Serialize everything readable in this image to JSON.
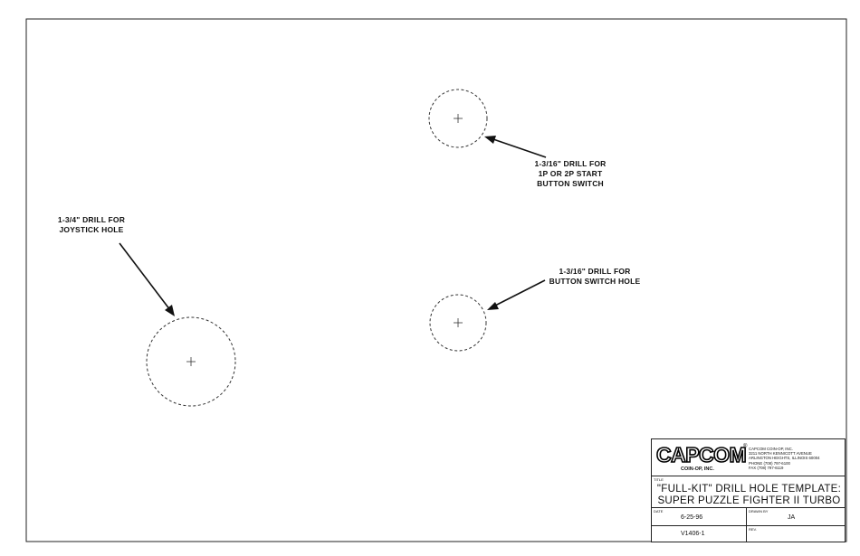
{
  "callouts": {
    "start_button": [
      "1-3/16\" DRILL FOR",
      "1P OR 2P START",
      "BUTTON SWITCH"
    ],
    "joystick": [
      "1-3/4\" DRILL FOR",
      "JOYSTICK HOLE"
    ],
    "button_switch": [
      "1-3/16\" DRILL FOR",
      "BUTTON SWITCH HOLE"
    ]
  },
  "title_block": {
    "logo_text": "CAPCOM",
    "logo_reg": "®",
    "logo_sub": "COIN-OP, INC.",
    "address": [
      "CAPCOM COIN-OP, INC.",
      "3211 NORTH KENNICOTT AVENUE",
      "ARLINGTON HEIGHTS, ILLINOIS 60004",
      "PHONE (708) 797-6100",
      "FAX (708) 797-6119"
    ],
    "title_label": "TITLE",
    "title_lines": [
      "\"FULL-KIT\" DRILL HOLE TEMPLATE:",
      "SUPER PUZZLE FIGHTER II TURBO"
    ],
    "date_label": "DATE",
    "date": "6-25-96",
    "drawn_by_label": "DRAWN BY",
    "drawn_by": "JA",
    "drawing_number": "V1406-1",
    "rev_label": "REV."
  }
}
